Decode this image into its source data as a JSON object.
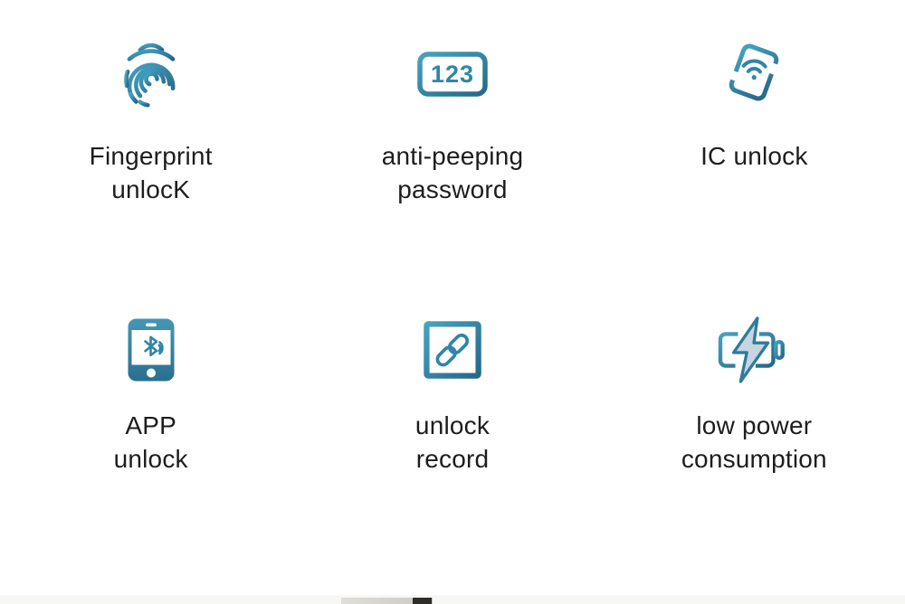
{
  "colors": {
    "background": "#ffffff",
    "accent_light": "#46a2c0",
    "accent_dark": "#25688a",
    "accent_mid": "#2f86a8",
    "bolt_fill": "#c7d4e1",
    "text": "#1d1d1d"
  },
  "features": [
    {
      "icon": "fingerprint-icon",
      "line1": "Fingerprint",
      "line2": "unlocK"
    },
    {
      "icon": "keypad-123-icon",
      "line1": "anti-peeping",
      "line2": "password",
      "icon_text": "123"
    },
    {
      "icon": "ic-card-icon",
      "line1": "IC unlock"
    },
    {
      "icon": "phone-bluetooth-icon",
      "line1": "APP",
      "line2": "unlock"
    },
    {
      "icon": "chain-link-icon",
      "line1": "unlock",
      "line2": "record"
    },
    {
      "icon": "battery-lightning-icon",
      "line1": "low power",
      "line2": "consumption"
    }
  ]
}
